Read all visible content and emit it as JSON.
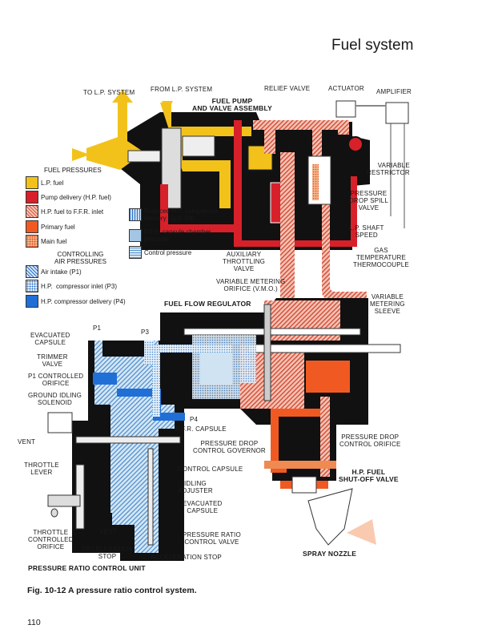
{
  "header": {
    "title": "Fuel system"
  },
  "figure": {
    "caption": "Fig. 10-12 A pressure ratio control system.",
    "labels": {
      "to_lp": "TO L.P. SYSTEM",
      "from_lp": "FROM L.P. SYSTEM",
      "pump_assembly": "FUEL PUMP\nAND VALVE ASSEMBLY",
      "relief_valve": "RELIEF VALVE",
      "actuator": "ACTUATOR",
      "amplifier": "AMPLIFIER",
      "variable_restrictor": "VARIABLE\nRESTRICTOR",
      "spill_valve": "PRESSURE\nDROP SPILL\nVALVE",
      "lp_shaft": "L.P. SHAFT\nSPEED",
      "gas_temp": "GAS\nTEMPERATURE\nTHERMOCOUPLE",
      "aux_throttling": "AUXILIARY\nTHROTTLING\nVALVE",
      "vmo": "VARIABLE METERING\nORIFICE (V.M.O.)",
      "ffr": "FUEL FLOW REGULATOR",
      "vm_sleeve": "VARIABLE\nMETERING\nSLEEVE",
      "evac_capsule_top": "EVACUATED\nCAPSULE",
      "p1": "P1",
      "p3": "P3",
      "trimmer": "TRIMMER\nVALVE",
      "p1_orifice": "P1 CONTROLLED\nORIFICE",
      "ground_idling": "GROUND IDLING\nSOLENOID",
      "vent_1": "VENT",
      "p4": "P4",
      "ffr_capsule": "F.F.R. CAPSULE",
      "pd_governor": "PRESSURE DROP\nCONTROL GOVERNOR",
      "pd_orifice": "PRESSURE DROP\nCONTROL ORIFICE",
      "control_capsule": "CONTROL CAPSULE",
      "shutoff": "H.P. FUEL\nSHUT-OFF VALVE",
      "throttle_lever": "THROTTLE\nLEVER",
      "idling_adjuster": "IDLING\nADJUSTER",
      "evac_capsule_bottom": "EVACUATED\nCAPSULE",
      "throttle_orifice": "THROTTLE\nCONTROLLED\nORIFICE",
      "vent_2": "VENT",
      "pr_valve": "PRESSURE RATIO\nCONTROL VALVE",
      "decel_stop": "DECELERATION\nSTOP",
      "accel_stop": "ACCELERATION STOP",
      "spray_nozzle": "SPRAY NOZZLE",
      "prcu": "PRESSURE RATIO CONTROL UNIT"
    },
    "legend": {
      "fuel_heading": "FUEL PRESSURES",
      "fuel_items": [
        {
          "label": "L.P. fuel",
          "color": "#f2c21b"
        },
        {
          "label": "Pump delivery (H.P. fuel)",
          "color": "#d8202a"
        },
        {
          "label": "H.P. fuel to F.F.R. inlet",
          "color": "#e9a08e"
        },
        {
          "label": "Primary fuel",
          "color": "#f05a22"
        },
        {
          "label": "Main fuel",
          "color": "#ee8a52"
        }
      ],
      "air_heading": "CONTROLLING\nAIR PRESSURES",
      "air_items": [
        {
          "label": "Air intake (P1)",
          "color": "#8fb8e0"
        },
        {
          "label": "H.P.  compressor inlet (P3)",
          "color": "#a9cdec"
        },
        {
          "label": "H.P. compressor delivery (P4)",
          "color": "#1f6fd6"
        }
      ],
      "other_items": [
        {
          "label": "Reduced H.P. compressor\ndelivery (Split P4)",
          "color": "#3f7fd0"
        },
        {
          "label": "F.F.R. capsule chamber\npressure",
          "color": "#cfe3f2"
        },
        {
          "label": "Control pressure",
          "color": "#b8d6ef"
        }
      ]
    }
  },
  "page": {
    "number": "110"
  }
}
